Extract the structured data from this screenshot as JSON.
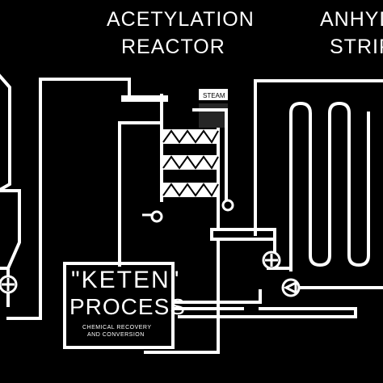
{
  "diagram": {
    "reactor_title_line1": "ACETYLATION",
    "reactor_title_line2": "REACTOR",
    "stripper_title_line1": "ANHYD",
    "stripper_title_line2": "STRIP",
    "keten_box": {
      "line1": "\"KETEN\"",
      "line2": "PROCESS",
      "line3": "CHEMICAL RECOVERY",
      "line4": "AND CONVERSION"
    },
    "instrument_tag": "STEAM",
    "colors": {
      "background": "#000000",
      "lines": "#ffffff"
    }
  }
}
